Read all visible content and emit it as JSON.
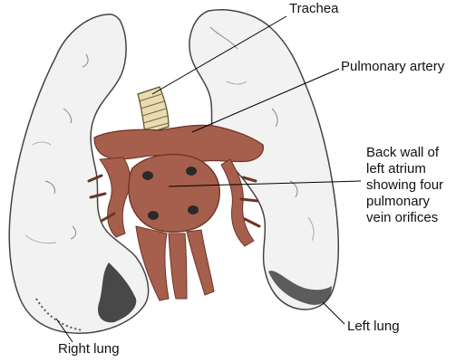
{
  "labels": {
    "trachea": "Trachea",
    "pulmonary_artery": "Pulmonary artery",
    "left_atrium": [
      "Back wall of",
      "left atrium",
      "showing four",
      "pulmonary",
      "vein orifices"
    ],
    "left_lung": "Left lung",
    "right_lung": "Right lung"
  },
  "colors": {
    "lung_fill": "#f2f2f2",
    "lung_stroke": "#444444",
    "vessel_fill": "#a65f4c",
    "vessel_dark": "#6e3427",
    "trachea_fill": "#e9dcb2",
    "shadow": "#2a2a2a",
    "leader_line": "#000000"
  }
}
